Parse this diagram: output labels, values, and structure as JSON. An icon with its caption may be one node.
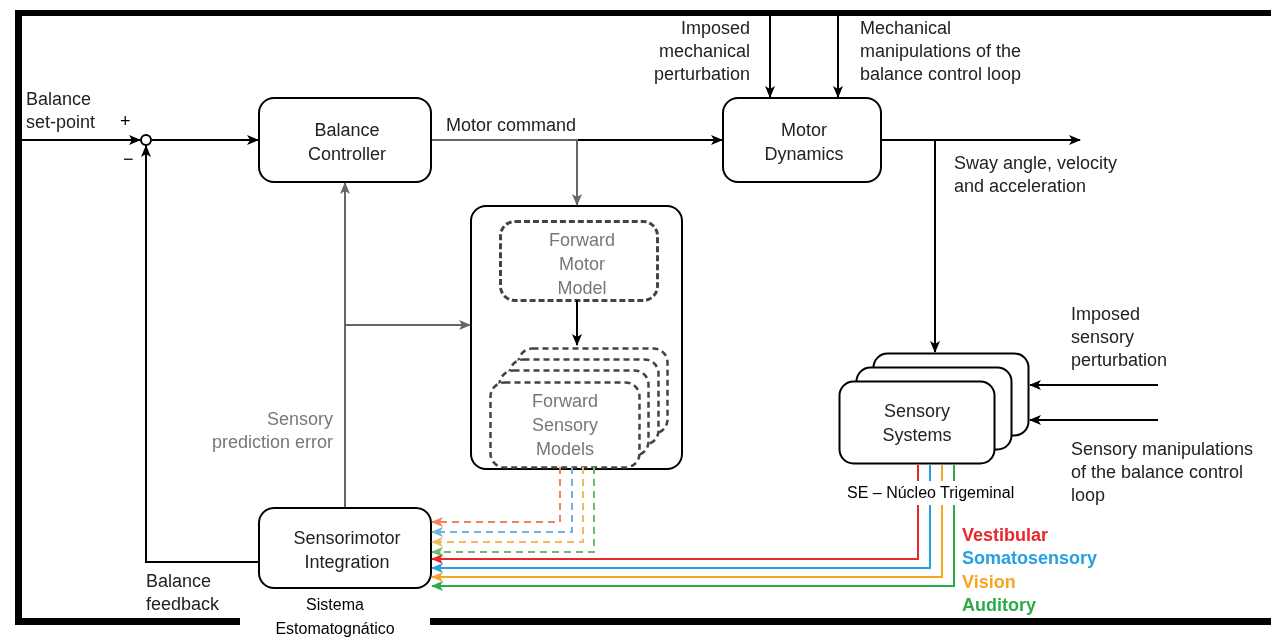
{
  "diagram": {
    "nodes": [
      {
        "text": [],
        "shape": "circle"
      },
      {
        "text": [
          "Balance Controller"
        ]
      },
      {
        "text": [
          "Motor Dynamics"
        ]
      },
      {
        "text": [],
        "shape": "box"
      },
      {
        "text": [
          "Forward Motor Model"
        ],
        "in": 3
      },
      {
        "text": [
          "Forward Sensory Models"
        ],
        "in": 3
      },
      {
        "text": [
          "Sensory Systems"
        ]
      },
      {
        "text": [
          "Sensorimotor Integration"
        ]
      }
    ],
    "edges": [
      {
        "from": null,
        "to": 0,
        "arrow": "to",
        "label": "Balance set-point"
      },
      {
        "from": 0,
        "to": 1,
        "arrow": "to"
      },
      {
        "from": 1,
        "to": 2,
        "arrow": "to",
        "label": "Motor command"
      },
      {
        "from": 1,
        "to": 3,
        "arrow": "to",
        "color": "#666666"
      },
      {
        "from": 2,
        "to": null,
        "arrow": "to",
        "label": "Sway angle, velocity and acceleration"
      },
      {
        "from": 2,
        "to": 6,
        "arrow": "to"
      },
      {
        "from": null,
        "to": 2,
        "arrow": "to",
        "label": "Imposed mechanical perturbation"
      },
      {
        "from": null,
        "to": 2,
        "arrow": "to",
        "label": "Mechanical manipulations of the balance control loop"
      },
      {
        "from": null,
        "to": 6,
        "arrow": "to",
        "label": "Imposed sensory perturbation"
      },
      {
        "from": null,
        "to": 6,
        "arrow": "to",
        "label": "Sensory manipulations of the balance control loop"
      },
      {
        "from": 4,
        "to": 5,
        "arrow": "to"
      },
      {
        "from": 7,
        "to": 1,
        "arrow": "to",
        "label": "Sensory prediction error",
        "color": "#666666"
      },
      {
        "from": 7,
        "to": 3,
        "arrow": "to",
        "color": "#666666"
      },
      {
        "from": 7,
        "to": 0,
        "arrow": "to",
        "label": "Balance feedback"
      },
      {
        "from": 5,
        "to": 7,
        "arrow": "to",
        "style": "dashed",
        "color": "#f4825e"
      },
      {
        "from": 5,
        "to": 7,
        "arrow": "to",
        "style": "dashed",
        "color": "#6cb4e4"
      },
      {
        "from": 5,
        "to": 7,
        "arrow": "to",
        "style": "dashed",
        "color": "#f6b75e"
      },
      {
        "from": 5,
        "to": 7,
        "arrow": "to",
        "style": "dashed",
        "color": "#6dbb6d"
      },
      {
        "from": 6,
        "to": 7,
        "arrow": "to",
        "color": "#e8272a"
      },
      {
        "from": 6,
        "to": 7,
        "arrow": "to",
        "color": "#27a0e0"
      },
      {
        "from": 6,
        "to": 7,
        "arrow": "to",
        "color": "#f5a623"
      },
      {
        "from": 6,
        "to": 7,
        "arrow": "to",
        "color": "#2bab4a"
      }
    ],
    "labels": [
      "+",
      "−",
      "SE – Núcleo Trigeminal",
      "Sistema Estomatognático"
    ],
    "legend": [
      {
        "text": "Vestibular",
        "color": "#e8272a"
      },
      {
        "text": "Somatosensory",
        "color": "#27a0e0"
      },
      {
        "text": "Vision",
        "color": "#f5a623"
      },
      {
        "text": "Auditory",
        "color": "#2bab4a"
      }
    ]
  }
}
